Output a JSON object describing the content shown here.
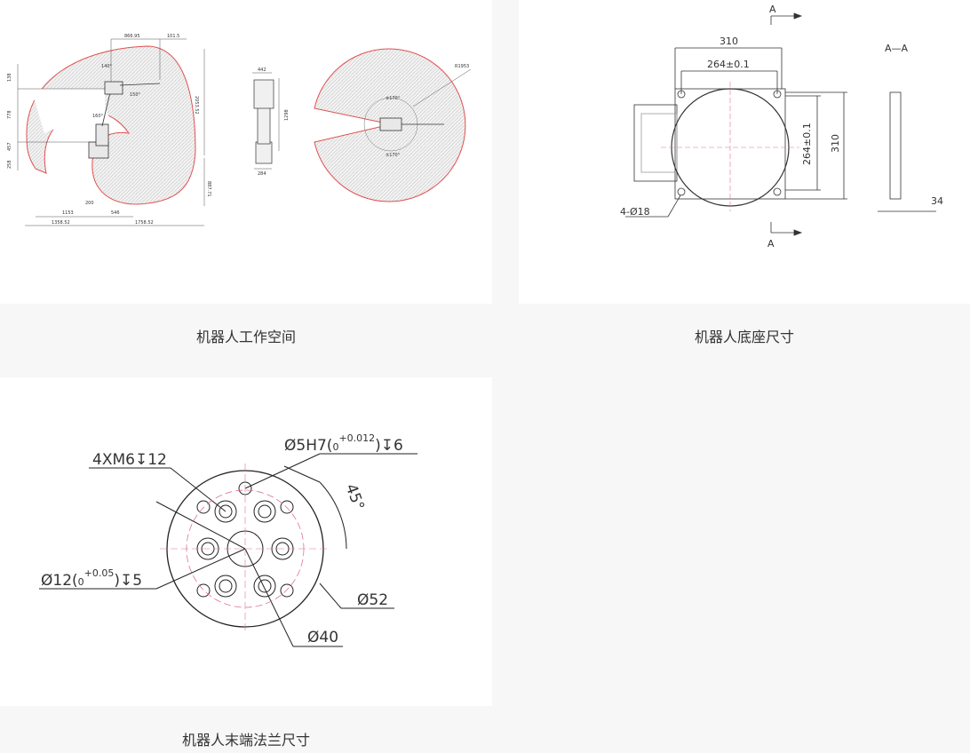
{
  "cards": [
    {
      "id": "workspace",
      "caption": "机器人工作空间",
      "dims": {
        "d1": "866.95",
        "d2": "101.5",
        "d3": "138",
        "d4": "778",
        "d5": "457",
        "d6": "258",
        "d7": "2053.52",
        "d8": "887.71",
        "d9": "1153",
        "d10": "200",
        "d11": "546",
        "d12": "1358.52",
        "d13": "1758.52",
        "d14": "442",
        "d15": "1298",
        "d16": "284",
        "d17": "R1953",
        "d18": "±170°",
        "d19": "±170°",
        "a1": "140°",
        "a2": "160°",
        "a3": "150°"
      }
    },
    {
      "id": "base",
      "caption": "机器人底座尺寸",
      "dims": {
        "width": "310",
        "hole_pitch_h": "264±0.1",
        "hole_pitch_v": "264±0.1",
        "height": "310",
        "holes": "4-Ø18",
        "section_label": "A",
        "section_title": "A—A",
        "thickness": "34"
      }
    },
    {
      "id": "flange",
      "caption": "机器人末端法兰尺寸",
      "dims": {
        "thread": "4XM6",
        "thread_depth": "12",
        "pin_hole": "Ø5H7",
        "pin_tol_upper": "+0.012",
        "pin_tol_lower": "0",
        "pin_depth": "6",
        "angle": "45°",
        "bore": "Ø12",
        "bore_tol_upper": "+0.05",
        "bore_tol_lower": "0",
        "bore_depth": "5",
        "outer": "Ø52",
        "pcd": "Ø40"
      }
    }
  ],
  "colors": {
    "page_bg": "#f7f7f7",
    "card_bg": "#ffffff",
    "caption": "#333333",
    "line": "#222222",
    "red": "#e05050",
    "pink": "#e070a0",
    "hatch": "#c8c8c8"
  }
}
